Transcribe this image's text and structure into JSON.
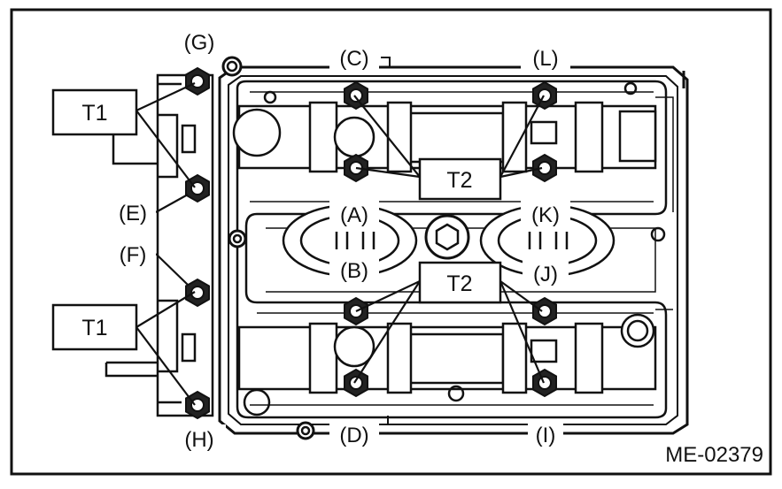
{
  "figure_id": "ME-02379",
  "torque_labels": {
    "upper_left": "T1",
    "lower_left": "T1",
    "upper_center": "T2",
    "lower_center": "T2"
  },
  "bolt_labels": {
    "A": "(A)",
    "B": "(B)",
    "C": "(C)",
    "D": "(D)",
    "E": "(E)",
    "F": "(F)",
    "G": "(G)",
    "H": "(H)",
    "I": "(I)",
    "J": "(J)",
    "K": "(K)",
    "L": "(L)"
  }
}
